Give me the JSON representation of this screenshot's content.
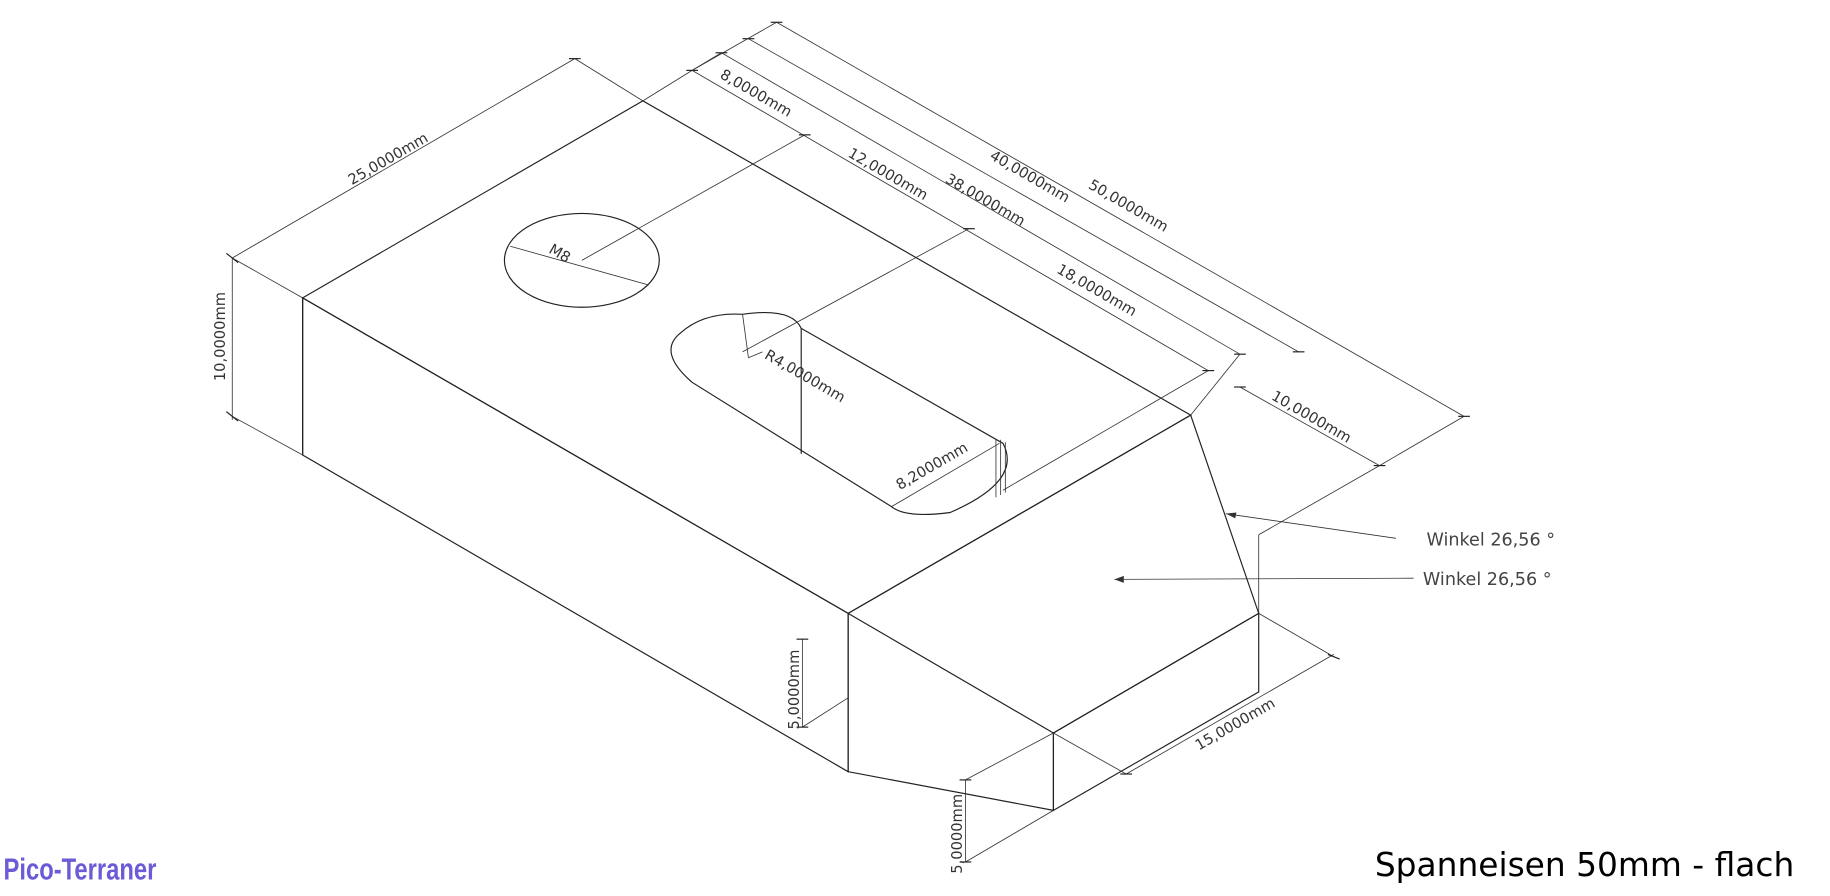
{
  "drawing": {
    "title": "Spanneisen 50mm - flach",
    "logo": "Pico-Terraner",
    "face_color": "#dcdcdc",
    "logo_color": "#6b5bd6",
    "dimensions": {
      "width_25": "25,0000mm",
      "height_10": "10,0000mm",
      "hole_offset_8": "8,0000mm",
      "slot_offset_12": "12,0000mm",
      "len_38": "38,0000mm",
      "len_40": "40,0000mm",
      "len_50": "50,0000mm",
      "slot_len_18": "18,0000mm",
      "chamfer_10": "10,0000mm",
      "thread": "M8",
      "radius": "R4,0000mm",
      "slot_width": "8,2000mm",
      "step_5_left": "5,0000mm",
      "nose_15": "15,0000mm",
      "step_5_front": "5,0000mm"
    },
    "notes": [
      "Winkel 26,56 °",
      "Winkel 26,56 °"
    ]
  }
}
